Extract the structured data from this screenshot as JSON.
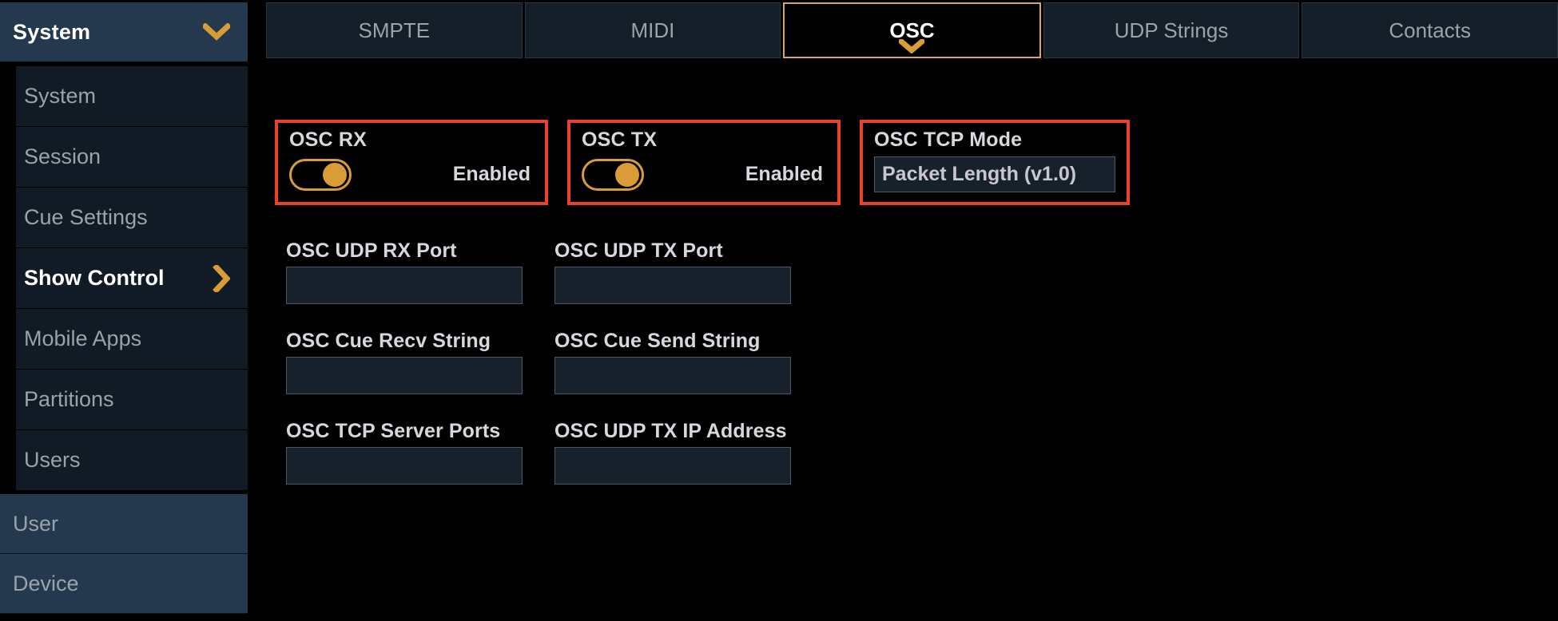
{
  "sidebar": {
    "header": {
      "label": "System",
      "icon": "chevron-down-icon"
    },
    "items": [
      {
        "label": "System",
        "active": false,
        "icon": ""
      },
      {
        "label": "Session",
        "active": false,
        "icon": ""
      },
      {
        "label": "Cue Settings",
        "active": false,
        "icon": ""
      },
      {
        "label": "Show Control",
        "active": true,
        "icon": "chevron-right-icon"
      },
      {
        "label": "Mobile Apps",
        "active": false,
        "icon": ""
      },
      {
        "label": "Partitions",
        "active": false,
        "icon": ""
      },
      {
        "label": "Users",
        "active": false,
        "icon": ""
      }
    ],
    "bottom": [
      {
        "label": "User"
      },
      {
        "label": "Device"
      }
    ]
  },
  "tabs": [
    {
      "label": "SMPTE",
      "active": false
    },
    {
      "label": "MIDI",
      "active": false
    },
    {
      "label": "OSC",
      "active": true,
      "icon": "chevron-down-icon"
    },
    {
      "label": "UDP Strings",
      "active": false
    },
    {
      "label": "Contacts",
      "active": false
    }
  ],
  "status_panels": [
    {
      "title": "OSC RX",
      "type": "toggle",
      "state": "Enabled",
      "on": true,
      "annotated": true
    },
    {
      "title": "OSC TX",
      "type": "toggle",
      "state": "Enabled",
      "on": true,
      "annotated": true
    },
    {
      "title": "OSC TCP Mode",
      "type": "select",
      "value": "Packet Length (v1.0)",
      "annotated": true
    }
  ],
  "fields": [
    {
      "label": "OSC UDP RX Port",
      "value": "",
      "placeholder": ""
    },
    {
      "label": "OSC UDP TX Port",
      "value": "",
      "placeholder": ""
    },
    {
      "label": "OSC Cue Recv String",
      "value": "",
      "placeholder": ""
    },
    {
      "label": "OSC Cue Send String",
      "value": "",
      "placeholder": ""
    },
    {
      "label": "OSC TCP Server Ports",
      "value": "",
      "placeholder": ""
    },
    {
      "label": "OSC UDP TX IP Address",
      "value": "",
      "placeholder": ""
    }
  ],
  "colors": {
    "accent_gold": "#d99c36",
    "tab_active_border": "#d7a864",
    "annotation_red": "#e8432a",
    "sidebar_blue": "#25394e",
    "panel_dark": "#111b26",
    "input_fill": "#17212c",
    "background": "#000000",
    "text_muted": "#9aa3ab",
    "text_bright": "#d9d7de"
  }
}
